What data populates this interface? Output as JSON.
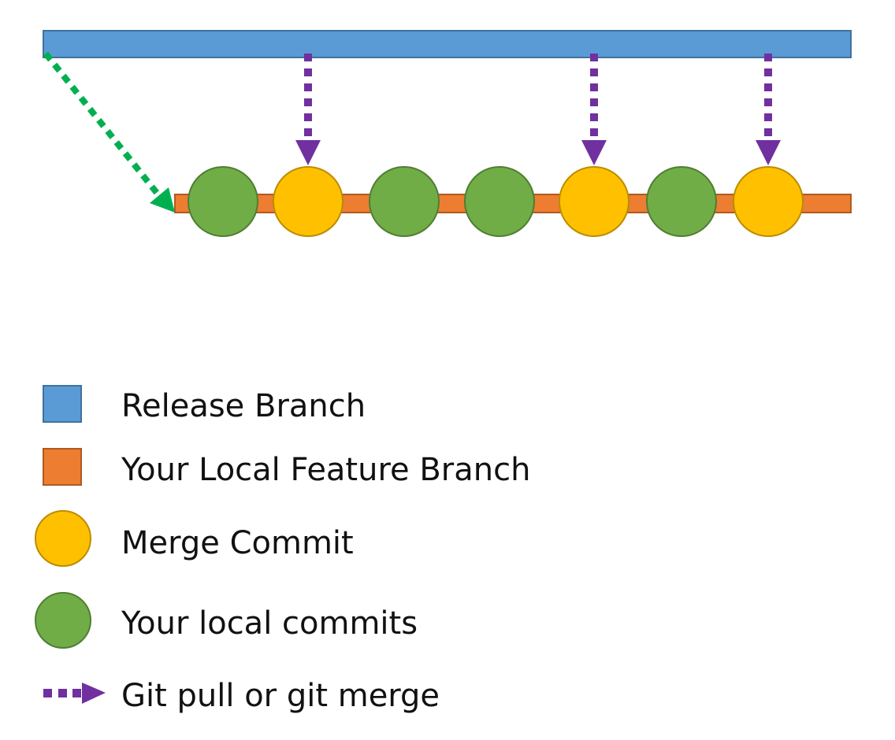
{
  "colors": {
    "release": "#5b9bd5",
    "release_stroke": "#41719c",
    "feature": "#ed7d31",
    "feature_stroke": "#ae5a21",
    "merge": "#ffc000",
    "merge_stroke": "#bc8c00",
    "local": "#70ad47",
    "local_stroke": "#507e32",
    "merge_arrow": "#7030a0",
    "branch_arrow": "#00b050"
  },
  "commits": [
    "local",
    "merge",
    "local",
    "local",
    "merge",
    "local",
    "merge"
  ],
  "legend": {
    "release_branch": "Release Branch",
    "feature_branch": "Your Local Feature Branch",
    "merge_commit": "Merge Commit",
    "local_commits": "Your local commits",
    "git_pull": "Git pull or git merge"
  }
}
